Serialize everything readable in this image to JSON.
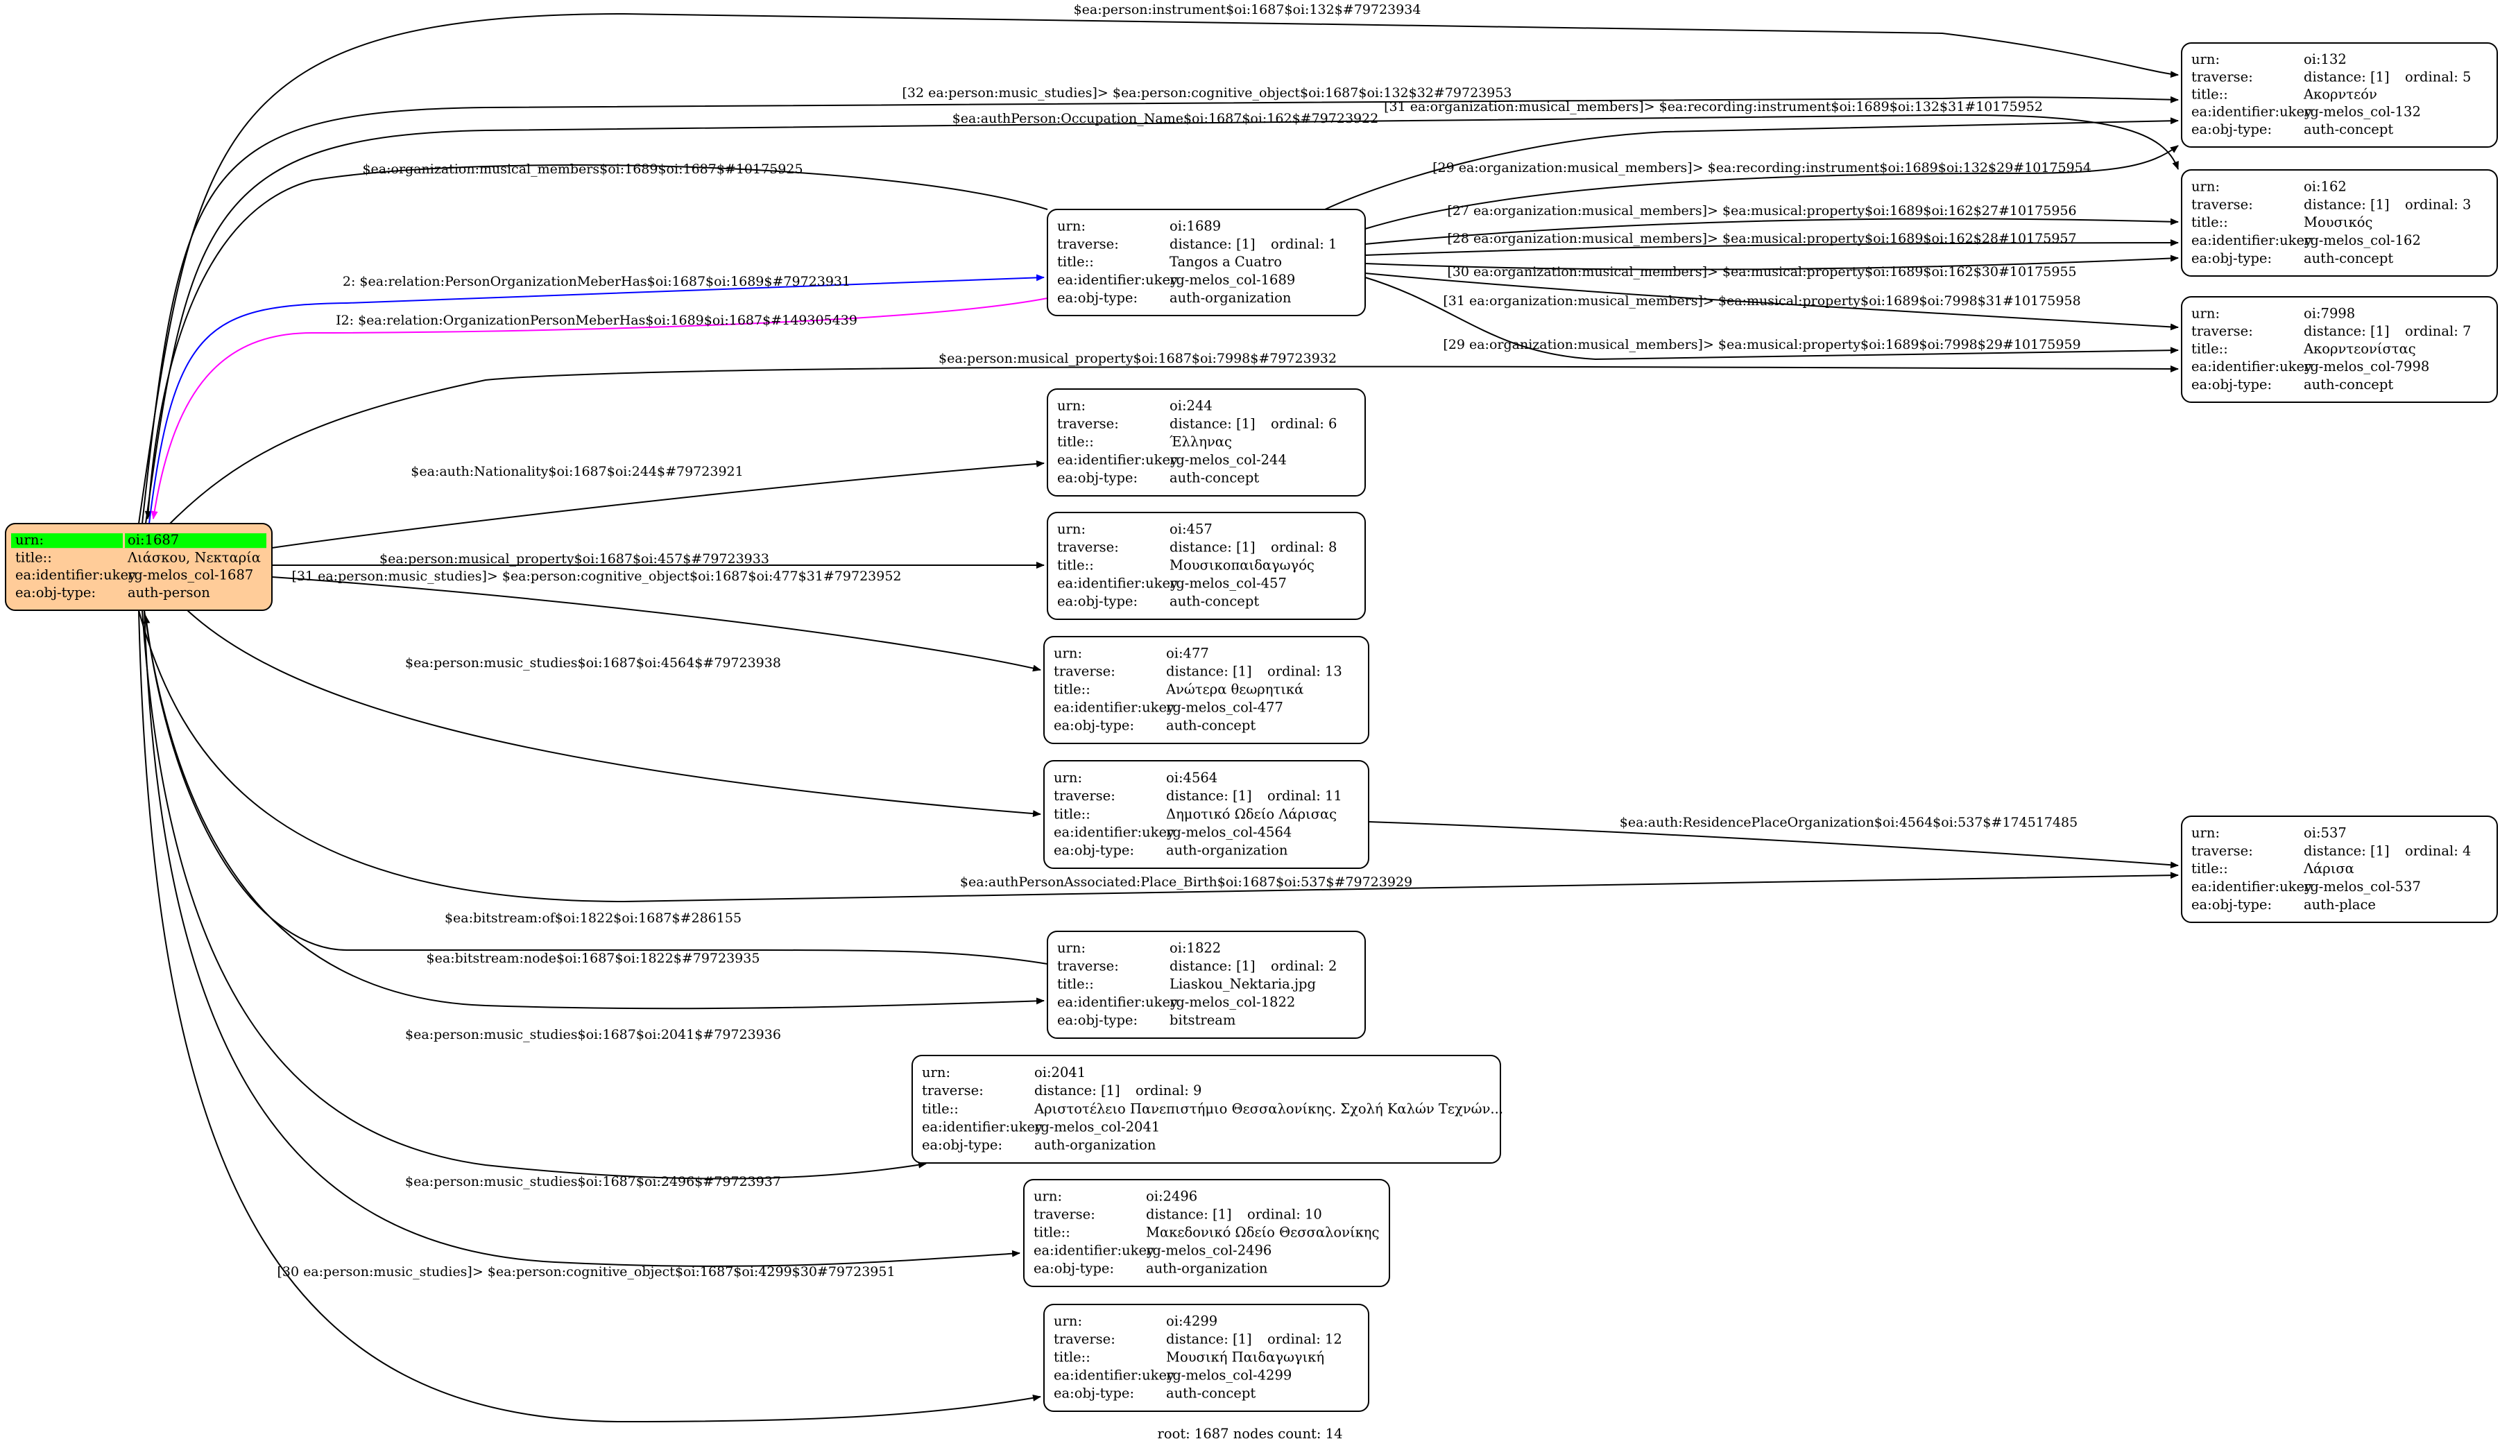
{
  "footer": "root: 1687 nodes count: 14",
  "colors": {
    "root_fill": "#ffcc99",
    "highlight": "#00ff00",
    "edge_default": "#000000",
    "edge_blue": "#0000ff",
    "edge_magenta": "#ff00ff"
  },
  "nodes": [
    {
      "id": "oi:1687",
      "root": true,
      "rows": [
        [
          "urn:",
          "oi:1687"
        ],
        [
          "title::",
          "Λιάσκου, Νεκταρία"
        ],
        [
          "ea:identifier:ukey",
          "rg-melos_col-1687"
        ],
        [
          "ea:obj-type:",
          "auth-person"
        ]
      ]
    },
    {
      "id": "oi:132",
      "rows": [
        [
          "urn:",
          "oi:132"
        ],
        [
          "traverse:",
          "distance: [1]",
          "ordinal: 5"
        ],
        [
          "title::",
          "Ακορντεόν"
        ],
        [
          "ea:identifier:ukey",
          "rg-melos_col-132"
        ],
        [
          "ea:obj-type:",
          "auth-concept"
        ]
      ]
    },
    {
      "id": "oi:162",
      "rows": [
        [
          "urn:",
          "oi:162"
        ],
        [
          "traverse:",
          "distance: [1]",
          "ordinal: 3"
        ],
        [
          "title::",
          "Μουσικός"
        ],
        [
          "ea:identifier:ukey",
          "rg-melos_col-162"
        ],
        [
          "ea:obj-type:",
          "auth-concept"
        ]
      ]
    },
    {
      "id": "oi:7998",
      "rows": [
        [
          "urn:",
          "oi:7998"
        ],
        [
          "traverse:",
          "distance: [1]",
          "ordinal: 7"
        ],
        [
          "title::",
          "Ακορντεονίστας"
        ],
        [
          "ea:identifier:ukey",
          "rg-melos_col-7998"
        ],
        [
          "ea:obj-type:",
          "auth-concept"
        ]
      ]
    },
    {
      "id": "oi:1689",
      "rows": [
        [
          "urn:",
          "oi:1689"
        ],
        [
          "traverse:",
          "distance: [1]",
          "ordinal: 1"
        ],
        [
          "title::",
          "Tangos a Cuatro"
        ],
        [
          "ea:identifier:ukey",
          "rg-melos_col-1689"
        ],
        [
          "ea:obj-type:",
          "auth-organization"
        ]
      ]
    },
    {
      "id": "oi:244",
      "rows": [
        [
          "urn:",
          "oi:244"
        ],
        [
          "traverse:",
          "distance: [1]",
          "ordinal: 6"
        ],
        [
          "title::",
          "Έλληνας"
        ],
        [
          "ea:identifier:ukey",
          "rg-melos_col-244"
        ],
        [
          "ea:obj-type:",
          "auth-concept"
        ]
      ]
    },
    {
      "id": "oi:457",
      "rows": [
        [
          "urn:",
          "oi:457"
        ],
        [
          "traverse:",
          "distance: [1]",
          "ordinal: 8"
        ],
        [
          "title::",
          "Μουσικοπαιδαγωγός"
        ],
        [
          "ea:identifier:ukey",
          "rg-melos_col-457"
        ],
        [
          "ea:obj-type:",
          "auth-concept"
        ]
      ]
    },
    {
      "id": "oi:477",
      "rows": [
        [
          "urn:",
          "oi:477"
        ],
        [
          "traverse:",
          "distance: [1]",
          "ordinal: 13"
        ],
        [
          "title::",
          "Ανώτερα θεωρητικά"
        ],
        [
          "ea:identifier:ukey",
          "rg-melos_col-477"
        ],
        [
          "ea:obj-type:",
          "auth-concept"
        ]
      ]
    },
    {
      "id": "oi:4564",
      "rows": [
        [
          "urn:",
          "oi:4564"
        ],
        [
          "traverse:",
          "distance: [1]",
          "ordinal: 11"
        ],
        [
          "title::",
          "Δημοτικό Ωδείο Λάρισας"
        ],
        [
          "ea:identifier:ukey",
          "rg-melos_col-4564"
        ],
        [
          "ea:obj-type:",
          "auth-organization"
        ]
      ]
    },
    {
      "id": "oi:537",
      "rows": [
        [
          "urn:",
          "oi:537"
        ],
        [
          "traverse:",
          "distance: [1]",
          "ordinal: 4"
        ],
        [
          "title::",
          "Λάρισα"
        ],
        [
          "ea:identifier:ukey",
          "rg-melos_col-537"
        ],
        [
          "ea:obj-type:",
          "auth-place"
        ]
      ]
    },
    {
      "id": "oi:1822",
      "rows": [
        [
          "urn:",
          "oi:1822"
        ],
        [
          "traverse:",
          "distance: [1]",
          "ordinal: 2"
        ],
        [
          "title::",
          "Liaskou_Nektaria.jpg"
        ],
        [
          "ea:identifier:ukey",
          "rg-melos_col-1822"
        ],
        [
          "ea:obj-type:",
          "bitstream"
        ]
      ]
    },
    {
      "id": "oi:2041",
      "rows": [
        [
          "urn:",
          "oi:2041"
        ],
        [
          "traverse:",
          "distance: [1]",
          "ordinal: 9"
        ],
        [
          "title::",
          "Αριστοτέλειο Πανεπιστήμιο Θεσσαλονίκης. Σχολή Καλών Τεχνών..."
        ],
        [
          "ea:identifier:ukey",
          "rg-melos_col-2041"
        ],
        [
          "ea:obj-type:",
          "auth-organization"
        ]
      ]
    },
    {
      "id": "oi:2496",
      "rows": [
        [
          "urn:",
          "oi:2496"
        ],
        [
          "traverse:",
          "distance: [1]",
          "ordinal: 10"
        ],
        [
          "title::",
          "Μακεδονικό Ωδείο Θεσσαλονίκης"
        ],
        [
          "ea:identifier:ukey",
          "rg-melos_col-2496"
        ],
        [
          "ea:obj-type:",
          "auth-organization"
        ]
      ]
    },
    {
      "id": "oi:4299",
      "rows": [
        [
          "urn:",
          "oi:4299"
        ],
        [
          "traverse:",
          "distance: [1]",
          "ordinal: 12"
        ],
        [
          "title::",
          "Μουσική Παιδαγωγική"
        ],
        [
          "ea:identifier:ukey",
          "rg-melos_col-4299"
        ],
        [
          "ea:obj-type:",
          "auth-concept"
        ]
      ]
    }
  ],
  "edges": [
    {
      "from": "oi:1687",
      "to": "oi:132",
      "label": "$ea:person:instrument$oi:1687$oi:132$#79723934"
    },
    {
      "from": "oi:1687",
      "to": "oi:132",
      "label": "[32 ea:person:music_studies]> $ea:person:cognitive_object$oi:1687$oi:132$32#79723953"
    },
    {
      "from": "oi:1687",
      "to": "oi:162",
      "label": "$ea:authPerson:Occupation_Name$oi:1687$oi:162$#79723922"
    },
    {
      "from": "oi:1689",
      "to": "oi:1687",
      "label": "$ea:organization:musical_members$oi:1689$oi:1687$#10175925"
    },
    {
      "from": "oi:1687",
      "to": "oi:1689",
      "label": "2: $ea:relation:PersonOrganizationMeberHas$oi:1687$oi:1689$#79723931",
      "color": "blue"
    },
    {
      "from": "oi:1689",
      "to": "oi:1687",
      "label": "I2: $ea:relation:OrganizationPersonMeberHas$oi:1689$oi:1687$#149305439",
      "color": "magenta"
    },
    {
      "from": "oi:1689",
      "to": "oi:132",
      "label": "[31 ea:organization:musical_members]> $ea:recording:instrument$oi:1689$oi:132$31#10175952"
    },
    {
      "from": "oi:1689",
      "to": "oi:132",
      "label": "[29 ea:organization:musical_members]> $ea:recording:instrument$oi:1689$oi:132$29#10175954"
    },
    {
      "from": "oi:1689",
      "to": "oi:162",
      "label": "[27 ea:organization:musical_members]> $ea:musical:property$oi:1689$oi:162$27#10175956"
    },
    {
      "from": "oi:1689",
      "to": "oi:162",
      "label": "[28 ea:organization:musical_members]> $ea:musical:property$oi:1689$oi:162$28#10175957"
    },
    {
      "from": "oi:1689",
      "to": "oi:162",
      "label": "[30 ea:organization:musical_members]> $ea:musical:property$oi:1689$oi:162$30#10175955"
    },
    {
      "from": "oi:1689",
      "to": "oi:7998",
      "label": "[31 ea:organization:musical_members]> $ea:musical:property$oi:1689$oi:7998$31#10175958"
    },
    {
      "from": "oi:1689",
      "to": "oi:7998",
      "label": "[29 ea:organization:musical_members]> $ea:musical:property$oi:1689$oi:7998$29#10175959"
    },
    {
      "from": "oi:1687",
      "to": "oi:7998",
      "label": "$ea:person:musical_property$oi:1687$oi:7998$#79723932"
    },
    {
      "from": "oi:1687",
      "to": "oi:244",
      "label": "$ea:auth:Nationality$oi:1687$oi:244$#79723921"
    },
    {
      "from": "oi:1687",
      "to": "oi:457",
      "label": "$ea:person:musical_property$oi:1687$oi:457$#79723933"
    },
    {
      "from": "oi:1687",
      "to": "oi:477",
      "label": "[31 ea:person:music_studies]> $ea:person:cognitive_object$oi:1687$oi:477$31#79723952"
    },
    {
      "from": "oi:1687",
      "to": "oi:4564",
      "label": "$ea:person:music_studies$oi:1687$oi:4564$#79723938"
    },
    {
      "from": "oi:4564",
      "to": "oi:537",
      "label": "$ea:auth:ResidencePlaceOrganization$oi:4564$oi:537$#174517485"
    },
    {
      "from": "oi:1687",
      "to": "oi:537",
      "label": "$ea:authPersonAssociated:Place_Birth$oi:1687$oi:537$#79723929"
    },
    {
      "from": "oi:1822",
      "to": "oi:1687",
      "label": "$ea:bitstream:of$oi:1822$oi:1687$#286155"
    },
    {
      "from": "oi:1687",
      "to": "oi:1822",
      "label": "$ea:bitstream:node$oi:1687$oi:1822$#79723935"
    },
    {
      "from": "oi:1687",
      "to": "oi:2041",
      "label": "$ea:person:music_studies$oi:1687$oi:2041$#79723936"
    },
    {
      "from": "oi:1687",
      "to": "oi:2496",
      "label": "$ea:person:music_studies$oi:1687$oi:2496$#79723937"
    },
    {
      "from": "oi:1687",
      "to": "oi:4299",
      "label": "[30 ea:person:music_studies]> $ea:person:cognitive_object$oi:1687$oi:4299$30#79723951"
    }
  ]
}
